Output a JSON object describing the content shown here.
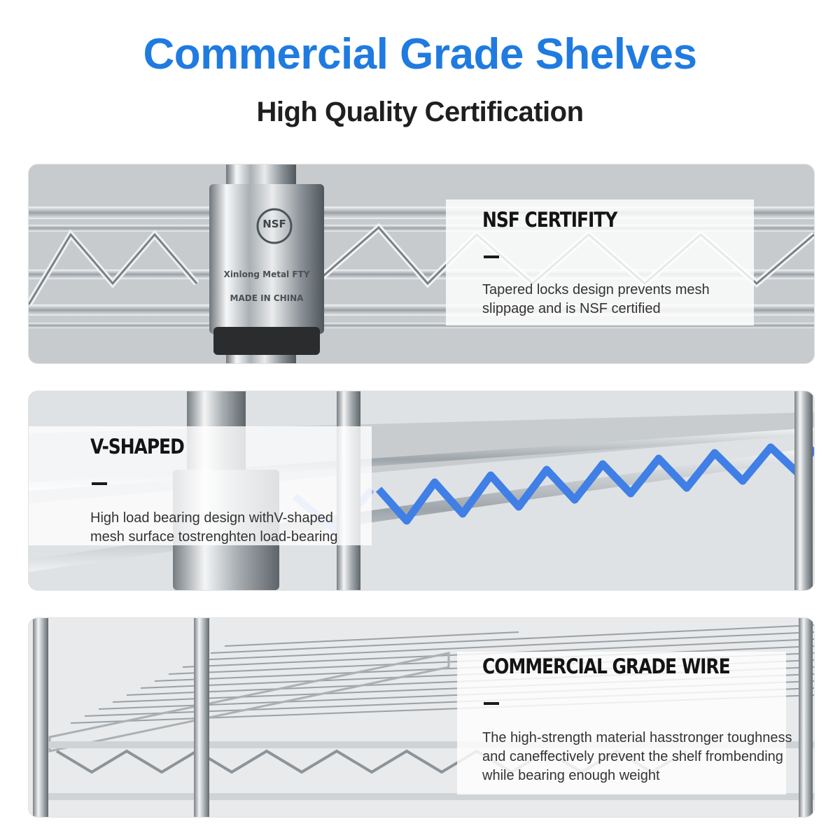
{
  "header": {
    "title": "Commercial Grade Shelves",
    "subtitle": "High Quality Certification"
  },
  "colors": {
    "accent": "#1f7be0",
    "heading_text": "#141414",
    "body_text": "#333333",
    "chrome": "#c9ced2",
    "highlight_wire": "#3f7fe6"
  },
  "features": [
    {
      "heading": "NSF CERTIFITY",
      "dash": "—",
      "description": "Tapered locks design prevents mesh slippage and is NSF certified",
      "collar_logo": "NSF",
      "collar_line1": "Xinlong Metal FTY",
      "collar_line2": "MADE IN CHINA"
    },
    {
      "heading": "V-SHAPED",
      "dash": "—",
      "description": "High load bearing design withV-shaped mesh surface tostrenghten load-bearing"
    },
    {
      "heading": "COMMERCIAL GRADE WIRE",
      "dash": "—",
      "description": "The high-strength material hasstronger toughness and caneffectively prevent the shelf frombending while bearing enough weight"
    }
  ]
}
